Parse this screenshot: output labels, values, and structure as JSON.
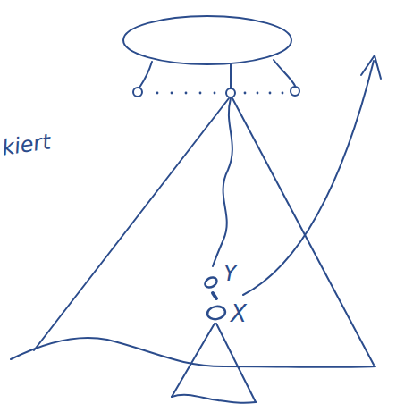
{
  "diagram": {
    "nodes": [
      {
        "text": [
          "Y"
        ]
      },
      {
        "text": [
          "X"
        ]
      }
    ],
    "edges": [
      {
        "from": 0,
        "to": 1,
        "arrow": "none"
      }
    ],
    "labels": [
      "kiert"
    ]
  }
}
